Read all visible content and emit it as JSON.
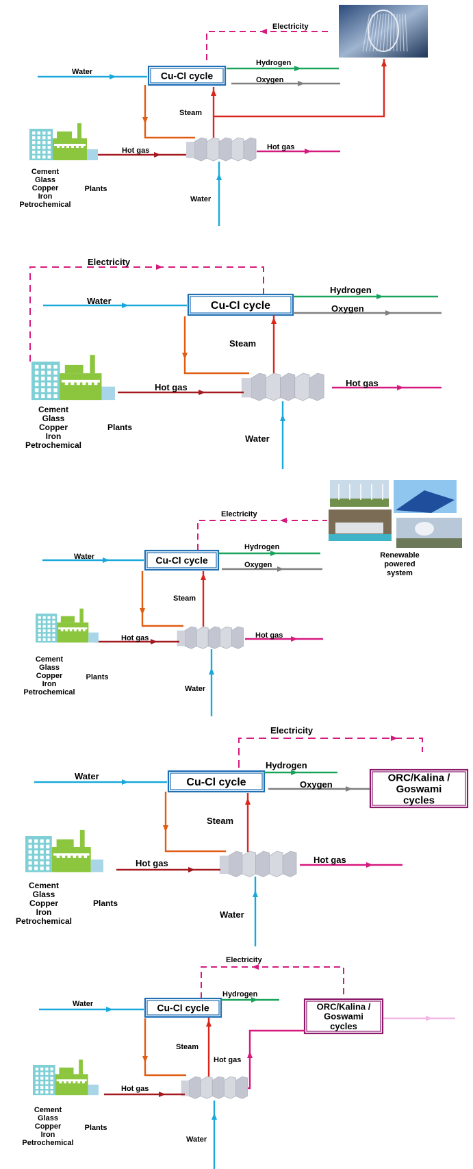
{
  "colors": {
    "water": "#1aa8dc",
    "hydrogen": "#18a35a",
    "oxygen": "#7f7f7f",
    "steam": "#d9261c",
    "hot_gas_in": "#a3191f",
    "hot_gas_out": "#d6197f",
    "electricity": "#d6197f",
    "feed": "#e05c12",
    "cycle_box": "#1f6fb5",
    "orc_box": "#8b1a6b",
    "building_teal": "#7fcfd6",
    "building_green": "#8cc63f"
  },
  "icons": [
    "turbine-photo",
    "wind-turbines-photo",
    "solar-panels-photo",
    "hydro-dam-photo",
    "geothermal-plant-photo",
    "heat-exchanger-icon",
    "industrial-plant-icon"
  ],
  "panels": [
    {
      "cycle": "Cu-Cl cycle",
      "water_in": "Water",
      "hydrogen": "Hydrogen",
      "oxygen": "Oxygen",
      "steam": "Steam",
      "hot_gas_in": "Hot gas",
      "hot_gas_out": "Hot gas",
      "water_bottom": "Water",
      "electricity": "Electricity",
      "industries": [
        "Cement",
        "Glass",
        "Copper",
        "Iron",
        "Petrochemical"
      ],
      "plants": "Plants"
    },
    {
      "cycle": "Cu-Cl cycle",
      "water_in": "Water",
      "hydrogen": "Hydrogen",
      "oxygen": "Oxygen",
      "steam": "Steam",
      "hot_gas_in": "Hot gas",
      "hot_gas_out": "Hot gas",
      "water_bottom": "Water",
      "electricity": "Electricity",
      "industries": [
        "Cement",
        "Glass",
        "Copper",
        "Iron",
        "Petrochemical"
      ],
      "plants": "Plants"
    },
    {
      "cycle": "Cu-Cl cycle",
      "water_in": "Water",
      "hydrogen": "Hydrogen",
      "oxygen": "Oxygen",
      "steam": "Steam",
      "hot_gas_in": "Hot gas",
      "hot_gas_out": "Hot gas",
      "water_bottom": "Water",
      "electricity": "Electricity",
      "industries": [
        "Cement",
        "Glass",
        "Copper",
        "Iron",
        "Petrochemical"
      ],
      "plants": "Plants",
      "renewable": [
        "Renewable",
        "powered",
        "system"
      ]
    },
    {
      "cycle": "Cu-Cl cycle",
      "water_in": "Water",
      "hydrogen": "Hydrogen",
      "oxygen": "Oxygen",
      "steam": "Steam",
      "hot_gas_in": "Hot gas",
      "hot_gas_out": "Hot gas",
      "water_bottom": "Water",
      "electricity": "Electricity",
      "industries": [
        "Cement",
        "Glass",
        "Copper",
        "Iron",
        "Petrochemical"
      ],
      "plants": "Plants",
      "orc": [
        "ORC/Kalina /",
        "Goswami",
        "cycles"
      ]
    },
    {
      "cycle": "Cu-Cl cycle",
      "water_in": "Water",
      "hydrogen": "Hydrogen",
      "steam": "Steam",
      "hot_gas_in": "Hot gas",
      "hot_gas_mid": "Hot gas",
      "water_bottom": "Water",
      "electricity": "Electricity",
      "industries": [
        "Cement",
        "Glass",
        "Copper",
        "Iron",
        "Petrochemical"
      ],
      "plants": "Plants",
      "orc": [
        "ORC/Kalina /",
        "Goswami",
        "cycles"
      ]
    }
  ]
}
